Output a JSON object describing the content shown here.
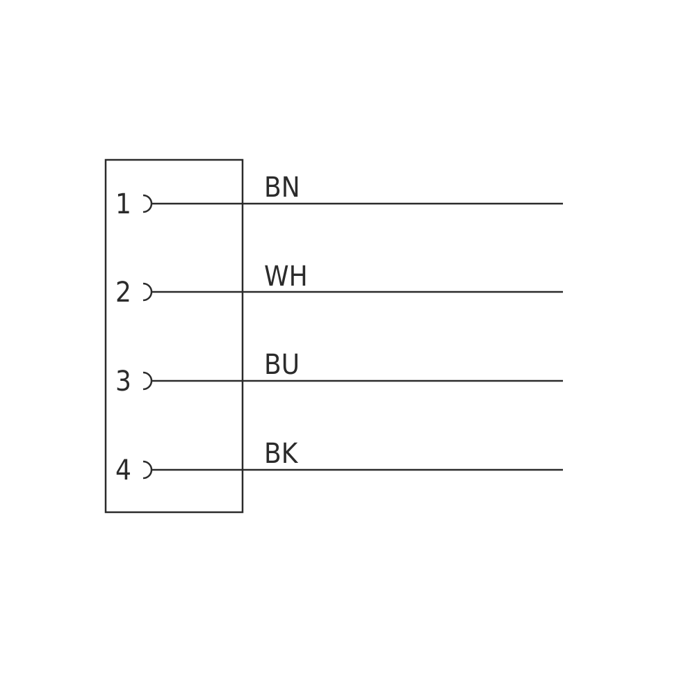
{
  "diagram": {
    "colors": {
      "line": "#2b2b2b",
      "background": "#ffffff"
    },
    "pins": [
      {
        "number": "1",
        "wire": "BN"
      },
      {
        "number": "2",
        "wire": "WH"
      },
      {
        "number": "3",
        "wire": "BU"
      },
      {
        "number": "4",
        "wire": "BK"
      }
    ]
  }
}
